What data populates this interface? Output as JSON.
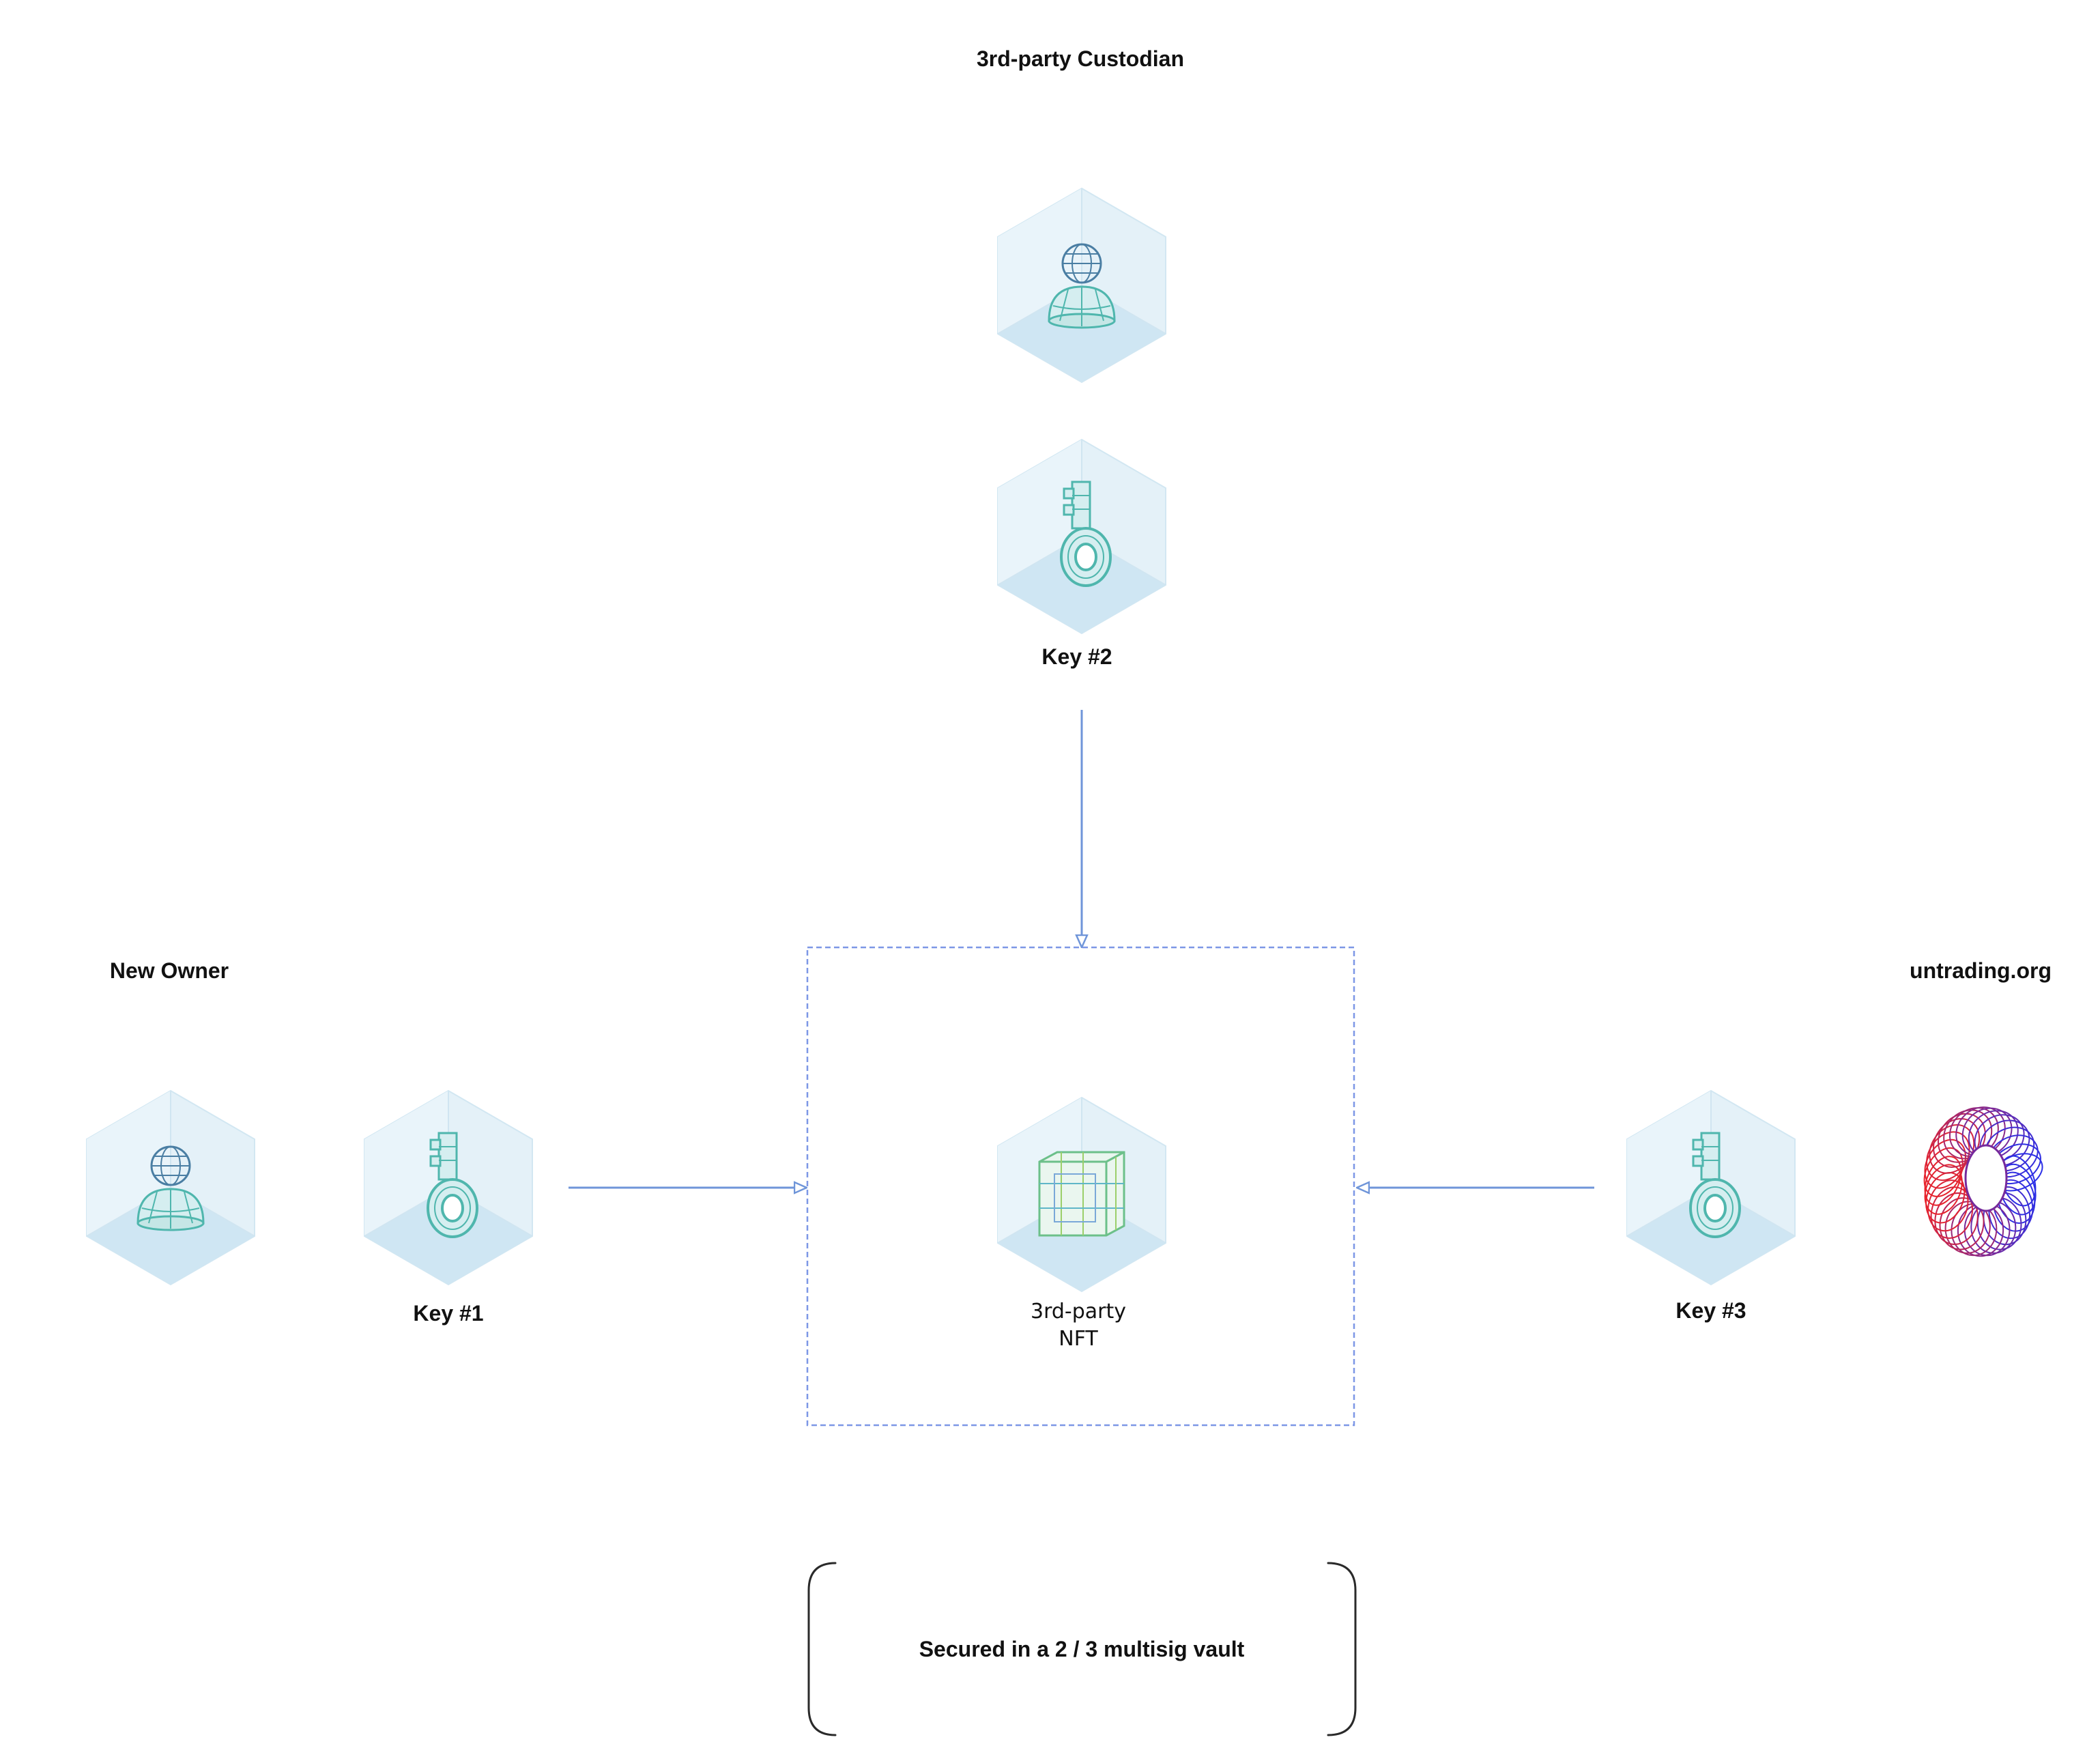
{
  "labels": {
    "custodian": "3rd-party Custodian",
    "new_owner": "New Owner",
    "untrading": "untrading.org",
    "key1": "Key #1",
    "key2": "Key #2",
    "key3": "Key #3",
    "nft_line1": "3rd-party",
    "nft_line2": "NFT",
    "vault": "Secured in a 2 / 3 multisig vault"
  },
  "colors": {
    "arrow": "#6f95d9",
    "vault_border": "#6e8ee8",
    "cube_face": "#dcedf6",
    "icon_teal": "#4fb6ad",
    "icon_blue": "#4a7ea3",
    "logo_red": "#e8232b",
    "logo_blue": "#2a2fe8"
  },
  "icons": {
    "custodian_person": "person-icon",
    "new_owner_person": "person-icon",
    "key": "key-icon",
    "nft": "cube-icon",
    "logo": "untrading-logo"
  }
}
